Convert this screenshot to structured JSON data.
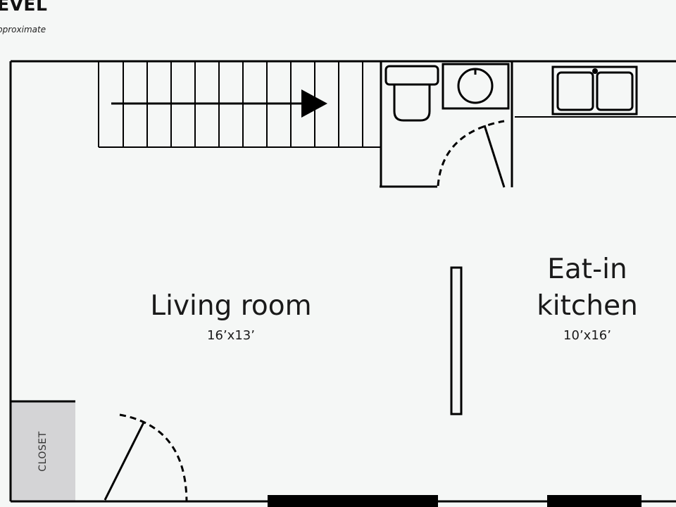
{
  "plan": {
    "level_title": "EVEL",
    "note": "pproximate"
  },
  "rooms": {
    "living_room": {
      "name": "Living room",
      "dimensions": "16’x13’"
    },
    "eat_in_kitchen": {
      "name_line1": "Eat-in",
      "name_line2": "kitchen",
      "dimensions": "10’x16’"
    },
    "closet": {
      "label": "CLOSET"
    }
  },
  "colors": {
    "background": "#f5f7f6",
    "walls": "#000000",
    "closet_fill": "#d4d4d6",
    "text": "#1a1a1a"
  }
}
